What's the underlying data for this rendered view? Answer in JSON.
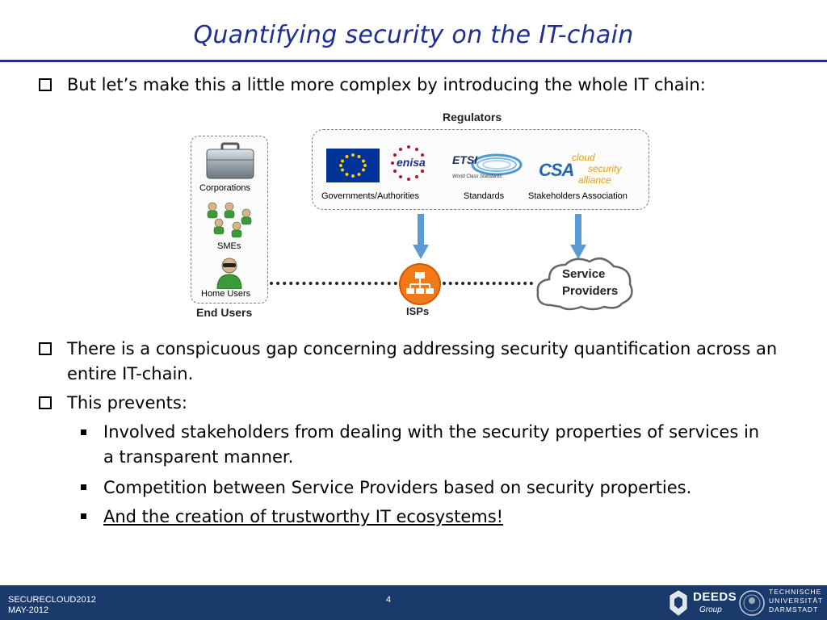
{
  "slide": {
    "title": "Quantifying security on the IT-chain"
  },
  "bullets": {
    "b1": "But let’s make this a little more complex by introducing the whole IT chain:",
    "b2": "There is a conspicuous gap concerning addressing security quantification across an entire IT-chain.",
    "b3": "This prevents:",
    "sub1": "Involved stakeholders from dealing with the security properties of services in a transparent manner.",
    "sub2": "Competition between Service Providers based on security properties.",
    "sub3": "And the creation of trustworthy IT ecosystems!"
  },
  "diagram": {
    "regulators_title": "Regulators",
    "gov_label": "Governments/Authorities",
    "standards_label": "Standards",
    "stakeholders_label": "Stakeholders Association",
    "enisa_text": "enisa",
    "etsi_text": "ETSI",
    "etsi_tagline": "World Class Standards",
    "csa_text": "CSA",
    "csa_words": [
      "cloud",
      "security",
      "alliance"
    ],
    "corporations_label": "Corporations",
    "smes_label": "SMEs",
    "home_users_label": "Home Users",
    "end_users_label": "End Users",
    "isps_label": "ISPs",
    "service_providers_line1": "Service",
    "service_providers_line2": "Providers"
  },
  "footer": {
    "line1": "SECURECLOUD2012",
    "line2": "MAY-2012",
    "page_number": "4",
    "deeds_text": "DEEDS",
    "deeds_group": "Group",
    "tu_lines": [
      "TECHNISCHE",
      "UNIVERSITÄT",
      "DARMSTADT"
    ]
  },
  "colors": {
    "title_blue": "#1f2f8f",
    "footer_bg": "#1b3a6c",
    "isp_orange": "#f07a1a",
    "arrow_blue": "#5b9bd5",
    "eu_blue": "#003399",
    "eu_yellow": "#ffcc00"
  }
}
